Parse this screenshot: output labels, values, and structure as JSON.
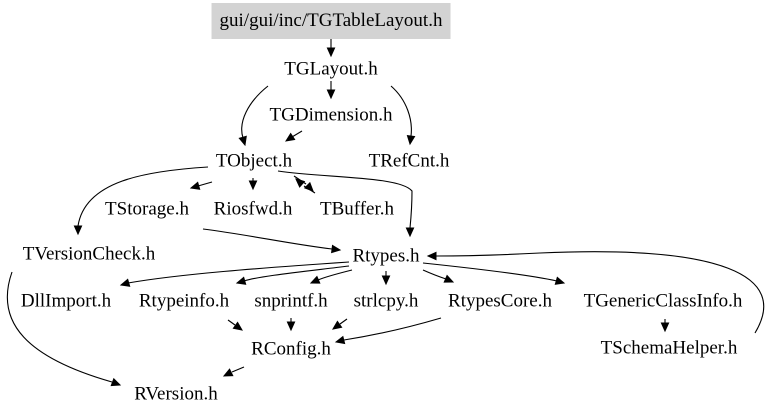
{
  "diagram": {
    "type": "include-dependency-graph",
    "colors": {
      "root_fill": "#d3d3d3",
      "edge": "#000000",
      "text": "#000000",
      "background": "#ffffff"
    },
    "nodes": [
      {
        "id": "root",
        "label": "gui/gui/inc/TGTableLayout.h",
        "highlight": true
      },
      {
        "id": "tglayout",
        "label": "TGLayout.h"
      },
      {
        "id": "tgdimension",
        "label": "TGDimension.h"
      },
      {
        "id": "tobject",
        "label": "TObject.h"
      },
      {
        "id": "trefcnt",
        "label": "TRefCnt.h"
      },
      {
        "id": "tstorage",
        "label": "TStorage.h"
      },
      {
        "id": "riosfwd",
        "label": "Riosfwd.h"
      },
      {
        "id": "tbuffer",
        "label": "TBuffer.h"
      },
      {
        "id": "tversioncheck",
        "label": "TVersionCheck.h"
      },
      {
        "id": "rtypes",
        "label": "Rtypes.h"
      },
      {
        "id": "dllimport",
        "label": "DllImport.h"
      },
      {
        "id": "rtypeinfo",
        "label": "Rtypeinfo.h"
      },
      {
        "id": "snprintf",
        "label": "snprintf.h"
      },
      {
        "id": "strlcpy",
        "label": "strlcpy.h"
      },
      {
        "id": "rtypescore",
        "label": "RtypesCore.h"
      },
      {
        "id": "tgenericclassinfo",
        "label": "TGenericClassInfo.h"
      },
      {
        "id": "rconfig",
        "label": "RConfig.h"
      },
      {
        "id": "tschemahelper",
        "label": "TSchemaHelper.h"
      },
      {
        "id": "rversion",
        "label": "RVersion.h"
      }
    ],
    "edges": [
      {
        "from": "root",
        "to": "tglayout"
      },
      {
        "from": "tglayout",
        "to": "tgdimension"
      },
      {
        "from": "tglayout",
        "to": "tobject"
      },
      {
        "from": "tglayout",
        "to": "trefcnt"
      },
      {
        "from": "tgdimension",
        "to": "tobject"
      },
      {
        "from": "tobject",
        "to": "tstorage"
      },
      {
        "from": "tobject",
        "to": "riosfwd"
      },
      {
        "from": "tobject",
        "to": "tbuffer"
      },
      {
        "from": "tobject",
        "to": "tversioncheck"
      },
      {
        "from": "tobject",
        "to": "rtypes"
      },
      {
        "from": "tbuffer",
        "to": "tobject"
      },
      {
        "from": "tstorage",
        "to": "rtypes"
      },
      {
        "from": "tversioncheck",
        "to": "rversion"
      },
      {
        "from": "rtypes",
        "to": "dllimport"
      },
      {
        "from": "rtypes",
        "to": "rtypeinfo"
      },
      {
        "from": "rtypes",
        "to": "snprintf"
      },
      {
        "from": "rtypes",
        "to": "strlcpy"
      },
      {
        "from": "rtypes",
        "to": "rtypescore"
      },
      {
        "from": "rtypes",
        "to": "tgenericclassinfo"
      },
      {
        "from": "tschemahelper",
        "to": "rtypes"
      },
      {
        "from": "rtypeinfo",
        "to": "rconfig"
      },
      {
        "from": "snprintf",
        "to": "rconfig"
      },
      {
        "from": "strlcpy",
        "to": "rconfig"
      },
      {
        "from": "rtypescore",
        "to": "rconfig"
      },
      {
        "from": "tgenericclassinfo",
        "to": "tschemahelper"
      },
      {
        "from": "rconfig",
        "to": "rversion"
      }
    ]
  }
}
